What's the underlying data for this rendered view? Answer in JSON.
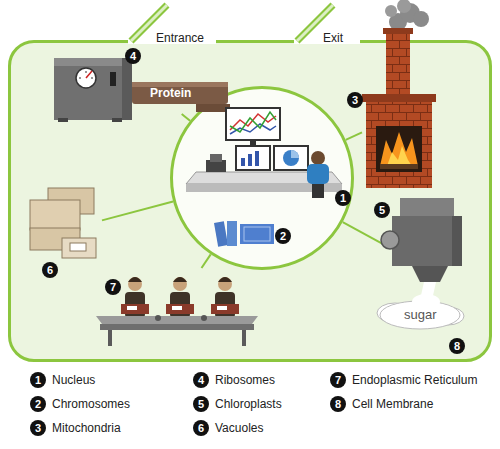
{
  "diagram": {
    "nodes": [
      {
        "text": [
          "8"
        ]
      },
      {
        "text": [
          "4",
          "Protein"
        ],
        "in": 0
      },
      {
        "text": [
          "3"
        ],
        "in": 0
      },
      {
        "text": [
          "1"
        ],
        "in": 0
      },
      {
        "text": [
          "2"
        ],
        "in": 3
      },
      {
        "text": [
          "5",
          "sugar"
        ],
        "in": 0
      },
      {
        "text": [
          "6"
        ],
        "in": 0
      },
      {
        "text": [
          "7"
        ],
        "in": 0
      }
    ],
    "edges": [
      {
        "from": 3,
        "to": 1,
        "arrow": "none"
      },
      {
        "from": 3,
        "to": 2,
        "arrow": "none"
      },
      {
        "from": 3,
        "to": 5,
        "arrow": "none"
      },
      {
        "from": 3,
        "to": 6,
        "arrow": "none"
      },
      {
        "from": 3,
        "to": 7,
        "arrow": "none"
      }
    ],
    "labels": [
      "Entrance",
      "Exit",
      "1",
      "2",
      "3",
      "4",
      "5",
      "6",
      "7",
      "8"
    ],
    "legend": [
      {
        "text": "Nucleus"
      },
      {
        "text": "Chromosomes"
      },
      {
        "text": "Mitochondria"
      },
      {
        "text": "Ribosomes"
      },
      {
        "text": "Chloroplasts"
      },
      {
        "text": "Vacuoles"
      },
      {
        "text": "Endoplasmic Reticulum"
      },
      {
        "text": "Cell Membrane"
      }
    ]
  }
}
